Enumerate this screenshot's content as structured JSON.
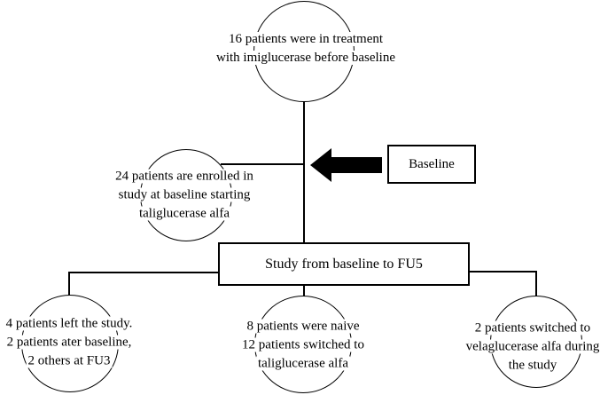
{
  "figure": {
    "background": "#ffffff",
    "ink_color": "#000000",
    "nodes": {
      "top_circle": {
        "shape": "circle",
        "lines": [
          "16 patients were in treatment",
          "with imiglucerase before baseline"
        ]
      },
      "enrolled_circle": {
        "shape": "circle",
        "lines": [
          "24 patients are enrolled in",
          "study at baseline starting",
          "taliglucerase alfa"
        ]
      },
      "baseline_box": {
        "shape": "rectangle",
        "label": "Baseline"
      },
      "study_box": {
        "shape": "rectangle",
        "label": "Study from baseline to FU5"
      },
      "dropout_circle": {
        "shape": "circle",
        "lines": [
          "4 patients left the study.",
          "2 patients ater baseline,",
          "2 others at FU3"
        ]
      },
      "naive_circle": {
        "shape": "circle",
        "lines": [
          "8 patients were naive",
          "12 patients switched to",
          "taliglucerase alfa"
        ]
      },
      "switched_circle": {
        "shape": "circle",
        "lines": [
          "2 patients switched to",
          "velaglucerase alfa during",
          "the study"
        ]
      }
    },
    "icons": {
      "baseline_arrow": "thick-left-arrow"
    }
  }
}
